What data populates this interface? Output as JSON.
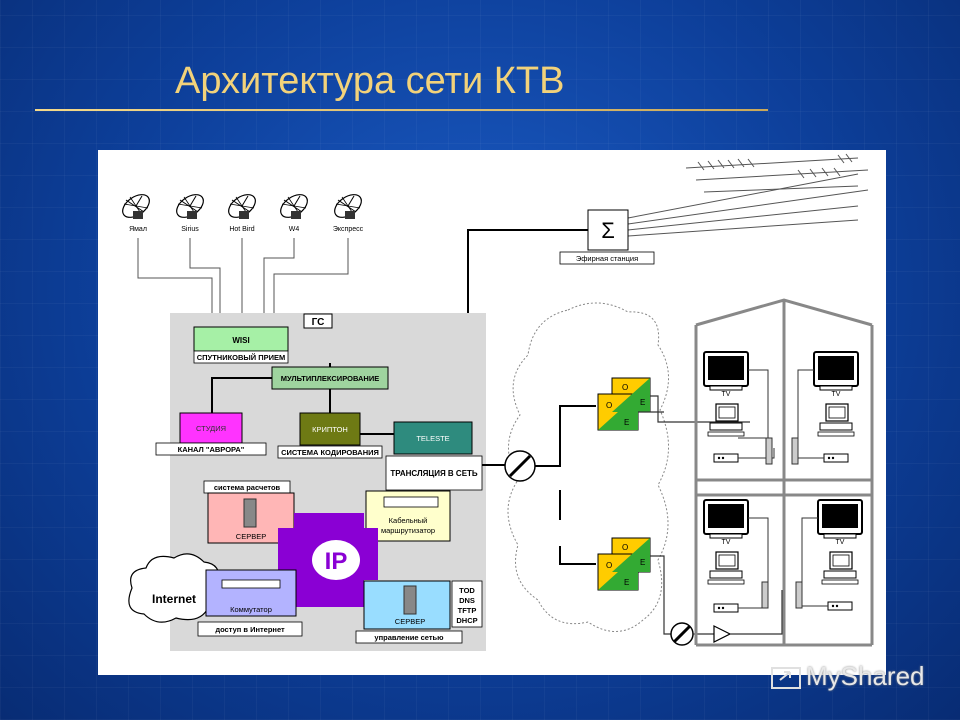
{
  "slide": {
    "title": "Архитектура сети КТВ",
    "watermark": "MyShared"
  },
  "diagram": {
    "satellites": [
      "Ямал",
      "Sirius",
      "Hot Bird",
      "W4",
      "Экспресс"
    ],
    "gs_label": "ГС",
    "wisi": "WISI",
    "satellite_reception": "СПУТНИКОВЫЙ ПРИЕМ",
    "multiplexing": "МУЛЬТИПЛЕКСИРОВАНИЕ",
    "studio": "СТУДИЯ",
    "channel": "КАНАЛ \"АВРОРА\"",
    "kripton": "КРИПТОН",
    "coding_system": "СИСТЕМА КОДИРОВАНИЯ",
    "teleste": "TELESTE",
    "broadcast": "ТРАНСЛЯЦИЯ В СЕТЬ",
    "sigma": "Σ",
    "air_station": "Эфирная станция",
    "billing_system": "система расчетов",
    "server": "СЕРВЕР",
    "cable_router_1": "Кабельный",
    "cable_router_2": "маршрутизатор",
    "ip": "IP",
    "internet": "Internet",
    "switch": "Коммутатор",
    "internet_access": "доступ в Интернет",
    "server2": "СЕРВЕР",
    "net_services": [
      "TOD",
      "DNS",
      "TFTP",
      "DHCP"
    ],
    "network_management": "управление сетью",
    "node_o": "O",
    "node_e": "E",
    "tv": "TV"
  },
  "colors": {
    "title": "#f2d27a",
    "wisi": "#a6f0a6",
    "multiplex": "#9fd49f",
    "studio": "#ff33ff",
    "kripton": "#6e7a14",
    "teleste": "#2e8b7e",
    "billing": "#ffb6b6",
    "router": "#ffffcc",
    "ip": "#8a00d4",
    "switch": "#b3b3ff",
    "server2": "#99ddff"
  }
}
